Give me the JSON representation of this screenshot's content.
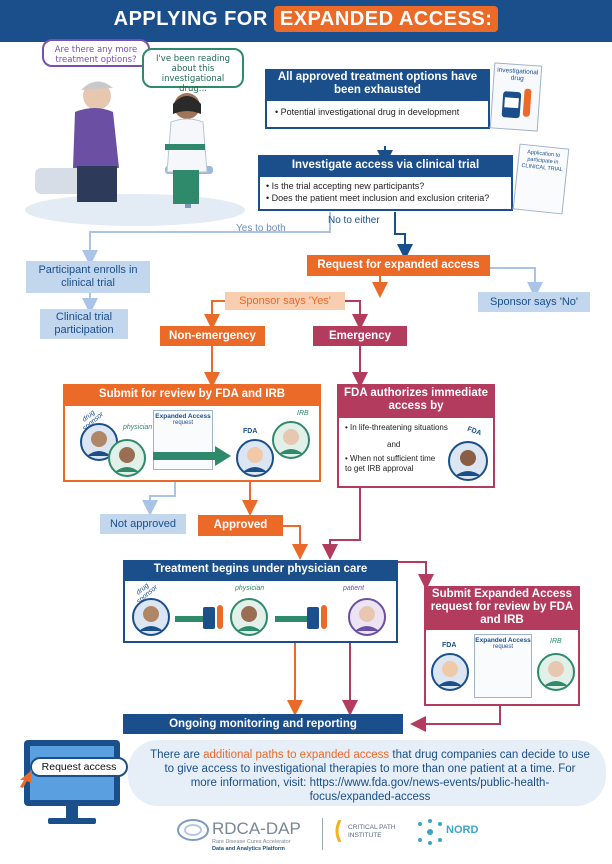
{
  "title": {
    "prefix": "APPLYING FOR",
    "highlight": "EXPANDED ACCESS:"
  },
  "bubbles": {
    "patient": "Are there any more treatment options?",
    "doctor": "I've been reading about this investigational drug..."
  },
  "step1": {
    "title": "All approved treatment options have been exhausted",
    "bullet": "Potential investigational drug in development"
  },
  "drug_label": "investigational drug",
  "step2": {
    "title": "Investigate access via clinical trial",
    "bullets": [
      "Is the trial accepting new participants?",
      "Does the patient meet inclusion and exclusion criteria?"
    ]
  },
  "trial_doc": "Application to participate in CLINICAL TRIAL",
  "branch": {
    "yes_both": "Yes to both",
    "no_either": "No to either"
  },
  "enroll": "Participant enrolls in clinical trial",
  "participation": "Clinical trial participation",
  "request": "Request for expanded access",
  "sponsor_yes": "Sponsor says 'Yes'",
  "sponsor_no": "Sponsor says 'No'",
  "non_emergency": "Non-emergency",
  "emergency": "Emergency",
  "submit_review": "Submit for review by FDA and IRB",
  "fda_authorizes": {
    "title": "FDA authorizes immediate access by",
    "item1": "In life-threatening situations",
    "and": "and",
    "item2": "When not sufficient time to get IRB approval"
  },
  "labels": {
    "drug_sponsor": "drug sponsor",
    "physician": "physician",
    "fda": "FDA",
    "irb": "IRB",
    "patient": "patient"
  },
  "form": {
    "title": "Expanded Access",
    "subtitle": "request"
  },
  "not_approved": "Not approved",
  "approved": "Approved",
  "treatment": "Treatment begins under physician care",
  "submit_ea": "Submit Expanded Access request for review by FDA and IRB",
  "monitoring": "Ongoing monitoring and reporting",
  "request_access": "Request access",
  "footer": {
    "pre": "There are ",
    "accent": "additional paths to expanded access",
    "post": " that drug companies can decide to use to give access to investigational therapies to more than one patient at a time. For more information, visit: https://www.fda.gov/news-events/public-health-focus/expanded-access"
  },
  "logos": {
    "rdca": "RDCA-DAP",
    "rdca_sub1": "Rare Disease Cures Accelerator",
    "rdca_sub2": "Data and Analytics Platform",
    "cpath1": "CRITICAL PATH",
    "cpath2": "INSTITUTE",
    "nord": "NORD"
  },
  "colors": {
    "blue": "#1a4f8b",
    "orange": "#ec6a27",
    "maroon": "#b23b5e",
    "light_blue": "#c2d6ee"
  }
}
